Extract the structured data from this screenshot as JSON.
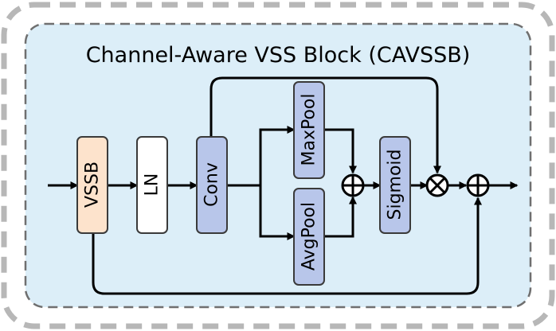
{
  "title": "Channel-Aware VSS Block (CAVSSB)",
  "blocks": {
    "vssb": "VSSB",
    "ln": "LN",
    "conv": "Conv",
    "maxpool": "MaxPool",
    "avgpool": "AvgPool",
    "sigmoid": "Sigmoid"
  },
  "operators": {
    "add": "add-operator",
    "multiply": "multiply-operator"
  },
  "colors": {
    "outer_border": "#b7b7b7",
    "inner_fill": "#dceef8",
    "inner_border": "#6f6f6f",
    "vssb_fill": "#fde3cc",
    "ln_fill": "#ffffff",
    "blue_block_fill": "#b8c6ea",
    "block_stroke": "#3a3a3a"
  }
}
